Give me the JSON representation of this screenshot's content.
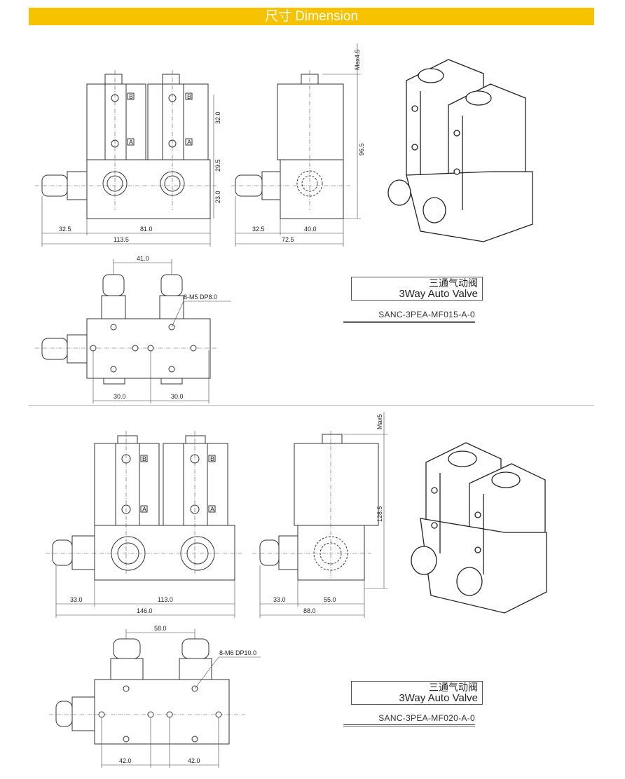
{
  "header": {
    "title": "尺寸 Dimension",
    "color": "#f7c200"
  },
  "models": [
    {
      "name_cn": "三通气动阀",
      "name_en": "3Way Auto Valve",
      "part_number": "SANC-3PEA-MF015-A-0",
      "front": {
        "port_b": "B",
        "port_a": "A",
        "dims": {
          "coil": "32.0",
          "mid": "29.5",
          "base": "23.0",
          "fitting": "32.5",
          "body": "81.0",
          "total": "113.5"
        }
      },
      "side": {
        "dims": {
          "max": "Max4.5",
          "height": "96.5",
          "fitting": "32.5",
          "body": "40.0",
          "total": "72.5"
        }
      },
      "bottom": {
        "dims": {
          "pitch": "41.0",
          "thread": "8-M5 DP8.0",
          "left": "30.0",
          "right": "30.0"
        }
      }
    },
    {
      "name_cn": "三通气动阀",
      "name_en": "3Way Auto Valve",
      "part_number": "SANC-3PEA-MF020-A-0",
      "front": {
        "port_b": "B",
        "port_a": "A",
        "dims": {
          "fitting": "33.0",
          "body": "113.0",
          "total": "146.0"
        }
      },
      "side": {
        "dims": {
          "max": "Max5",
          "height": "128.5",
          "fitting": "33.0",
          "body": "55.0",
          "total": "88.0"
        }
      },
      "bottom": {
        "dims": {
          "pitch": "58.0",
          "thread": "8-M6 DP10.0",
          "left": "42.0",
          "right": "42.0"
        }
      }
    }
  ]
}
